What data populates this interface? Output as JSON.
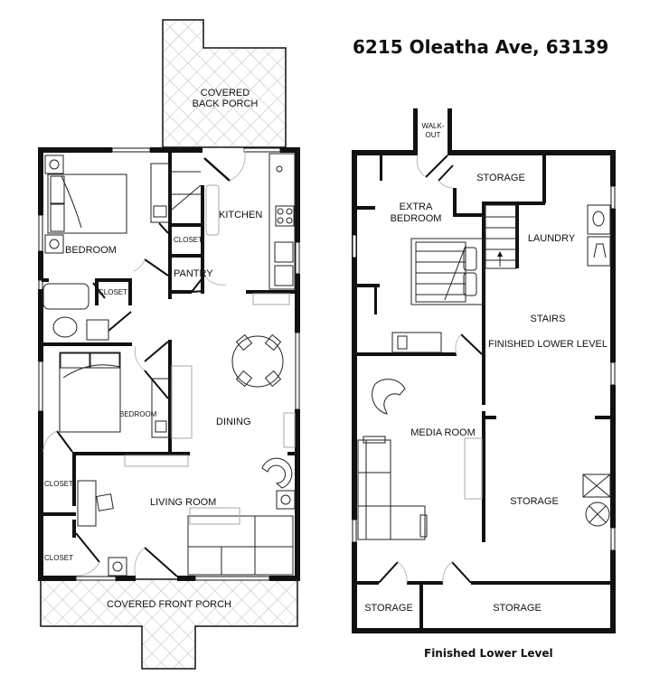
{
  "header": {
    "address": "6215 Oleatha Ave, 63139"
  },
  "main_level": {
    "rooms": {
      "back_porch": "COVERED\nBACK PORCH",
      "back_porch_line1": "COVERED",
      "back_porch_line2": "BACK PORCH",
      "bedroom_1": "BEDROOM",
      "kitchen": "KITCHEN",
      "closet_kitchen": "CLOSET",
      "pantry": "PANTRY",
      "closet_bath": "CLOSET",
      "bedroom_2": "BEDROOM",
      "dining": "DINING",
      "closet_left_1": "CLOSET",
      "closet_left_2": "CLOSET",
      "living_room": "LIVING ROOM",
      "front_porch": "COVERED FRONT PORCH"
    }
  },
  "lower_level": {
    "caption": "Finished Lower Level",
    "rooms": {
      "walkout_line1": "WALK-",
      "walkout_line2": "OUT",
      "storage_top": "STORAGE",
      "extra_bedroom_line1": "EXTRA",
      "extra_bedroom_line2": "BEDROOM",
      "laundry": "LAUNDRY",
      "stairs": "STAIRS",
      "finished_lower_level": "FINISHED LOWER LEVEL",
      "media_room": "MEDIA ROOM",
      "storage_right": "STORAGE",
      "storage_bottom_left": "STORAGE",
      "storage_bottom_right": "STORAGE"
    }
  },
  "colors": {
    "wall": "#111111",
    "furniture": "#222222",
    "porch_hatch": "#bbbbbb",
    "background": "#ffffff"
  }
}
